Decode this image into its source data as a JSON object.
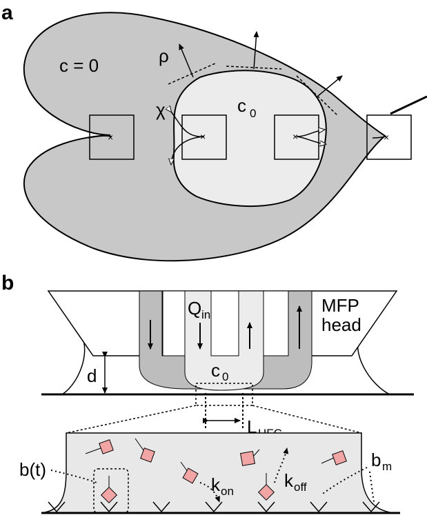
{
  "panel_a": {
    "letter": "a",
    "outer_region_label": "c = 0",
    "inner_region_label_main": "c",
    "inner_region_label_sub": "0",
    "rho_symbol": "ρ",
    "chi_symbol": "χ"
  },
  "panel_b": {
    "letter": "b",
    "q_main": "Q",
    "q_sub": "in",
    "head_line1": "MFP",
    "head_line2": "head",
    "gap_label": "d",
    "conc_main": "c",
    "conc_sub": "0",
    "hfc_main": "L",
    "hfc_sub": "HFC",
    "bound_label": "b(t)",
    "kon_main": "k",
    "kon_sub": "on",
    "koff_main": "k",
    "koff_sub": "off",
    "bm_main": "b",
    "bm_sub": "m"
  },
  "colors": {
    "outer_fill": "#c8c8c8",
    "inner_fill": "#ededed",
    "mfp_flow": "#bdbdbd",
    "solution": "#e9e9e9",
    "molecule": "#f2a5a5"
  }
}
